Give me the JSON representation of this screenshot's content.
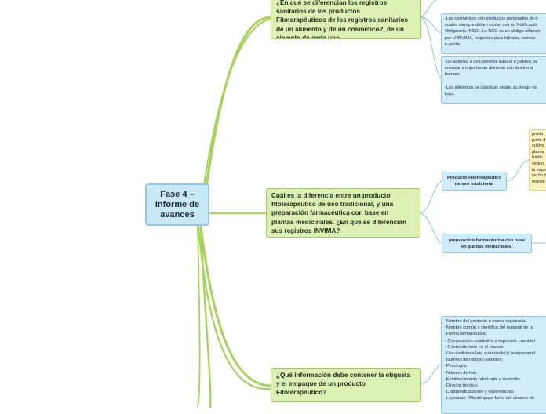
{
  "mindmap": {
    "root": {
      "label": "Fase 4 –\nInforme de\navances"
    },
    "questions": [
      {
        "id": "q1",
        "text": "¿En qué se diferencian los registros\nsanitarios de los productos\nFitoterapéuticos de los registros sanitarios\nde un alimento y de un cosmético?, de un\nejemplo de cada uno."
      },
      {
        "id": "q2",
        "text": "Cuál es la diferencia entre un producto\nfitoterapéutico de uso tradicional, y una\npreparación farmacéutica con base en\nplantas medicinales. ¿En qué se diferencian\nsus registros INVIMA?"
      },
      {
        "id": "q3",
        "text": "¿Qué información debe contener la etiqueta\ny el empaque de un producto\nFitoterapéutico?"
      }
    ],
    "subtopics": {
      "cosmeticos": "-Los cosméticos son productos personales de b\ncuales siempre deben contar con su Notificació\nObligatoria (NSO). La NSO es un código alfanum\npor el INVIMA, requerido para fabricar, comerc\no gastar",
      "alimentos": "-Se autoriza a una persona natural o jurídica pa\nenvasar o importar un alimento con destino al\nhumano\n\n-Los alimentos se clasifican según su riesgo ya\nbajo.",
      "producto_tradicional": "Producto Fitoterapéutico\nde uso tradicional",
      "preparacion_farmaceutica": "preparación farmacéutica con base\nen plantas medicinales.",
      "nota_tradicional": "produ\npartir d\ncultiva\nplanta\ntradic\nseguri\nla expe\nrazón d\nmanife",
      "etiqueta": "-Nombre del producto o marca registrada.\n -Nombre común y científico del material de -p\n-Forma farmacéutica;\n- Composición cualitativa y expresión cuantitat\n- Contenido neto en el envase;\n-Uso tradicional(es) autorizado(s) anteponiend\n-Número de registro sanitario;\n-Posología;\n-Número de lote;\n-Establecimiento fabricante y domicilio;\n-Director técnico;\n-Contraindicaciones y advertencias;\n-Leyendas: \"Manténgase fuera del alcance de"
    },
    "colors": {
      "root_fill": "#c9e8f6",
      "question_fill": "#ddf0b4",
      "question_border": "#9fcf55",
      "subtopic_fill": "#cfecf8",
      "note_fill": "#fbf3bf",
      "branch_green": "#a6d35c",
      "branch_blue": "#8cc6e0"
    }
  }
}
